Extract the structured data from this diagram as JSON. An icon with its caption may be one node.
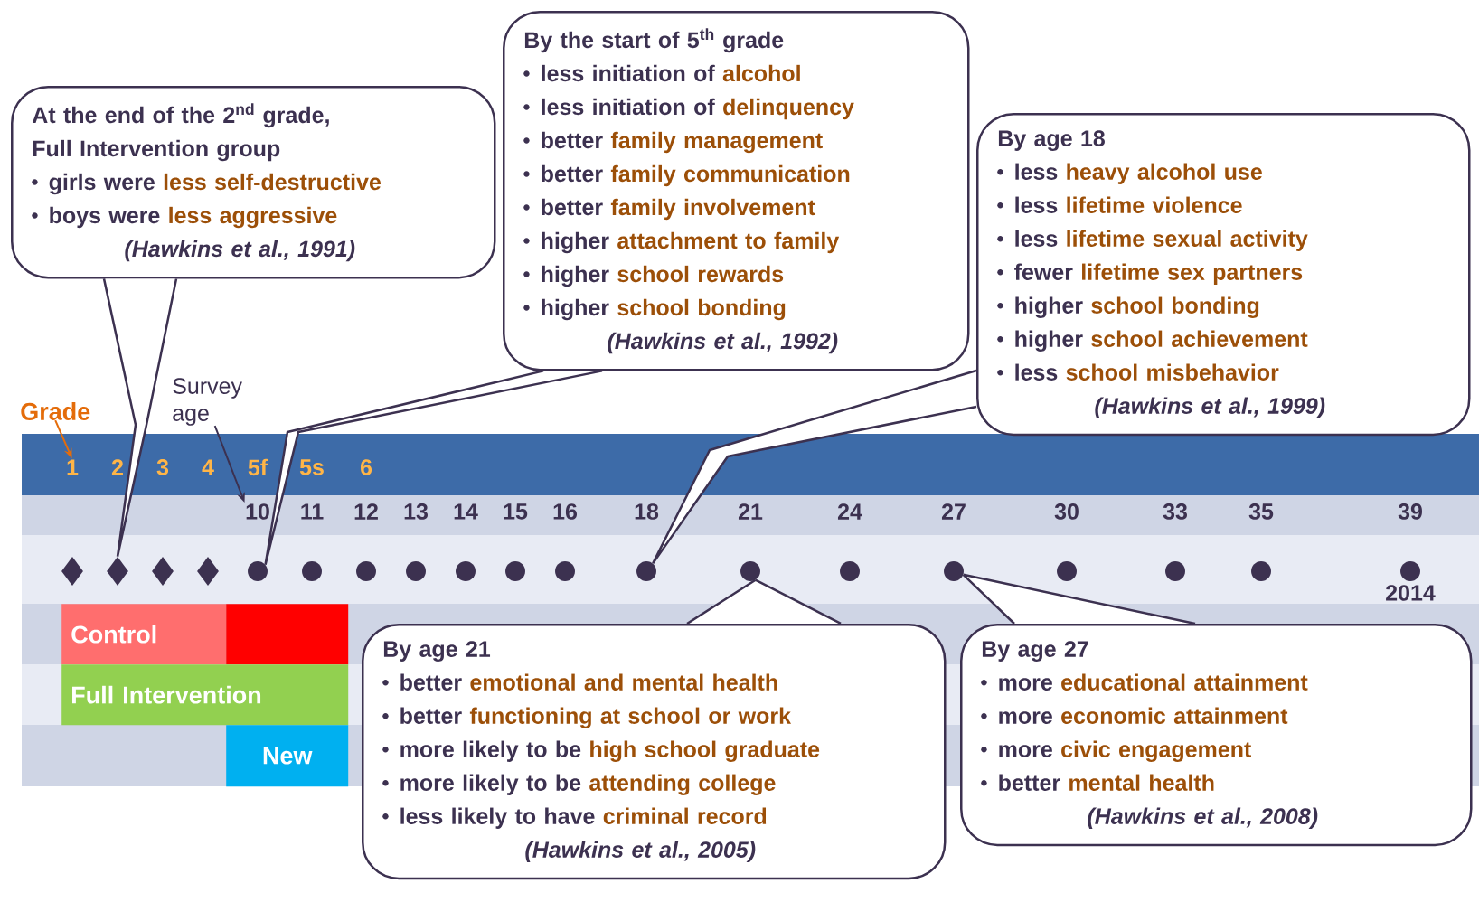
{
  "diagram": {
    "nodes": [
      {
        "text": [
          "At the end of the 2$^{nd}$ grade, Full Intervention group",
          "girls were **less self-destructive**",
          "boys were **less aggressive**",
          "(Hawkins et al., 1991)"
        ]
      },
      {
        "text": [
          "By the start of 5$^{th}$ grade",
          "less initiation of **alcohol**",
          "less initiation of **delinquency**",
          "better **family management**",
          "better **family communication**",
          "better **family involvement**",
          "higher **attachment to family**",
          "higher **school rewards**",
          "higher **school bonding**",
          "(Hawkins et al., 1992)"
        ]
      },
      {
        "text": [
          "By age 18",
          "less **heavy alcohol use**",
          "less **lifetime violence**",
          "less **lifetime sexual activity**",
          "fewer **lifetime sex partners**",
          "higher **school bonding**",
          "higher **school achievement**",
          "less **school misbehavior**",
          "(Hawkins et al., 1999)"
        ]
      },
      {
        "text": [
          "Grade"
        ]
      },
      {
        "text": [
          "Survey age"
        ]
      },
      {
        "text": [
          "1"
        ]
      },
      {
        "text": [
          "10"
        ]
      },
      {
        "text": [],
        "shape": "diamond"
      },
      {
        "text": [],
        "shape": "diamond"
      },
      {
        "text": [],
        "shape": "diamond"
      },
      {
        "text": [],
        "shape": "diamond"
      },
      {
        "text": [],
        "shape": "circle"
      },
      {
        "text": [],
        "shape": "circle"
      },
      {
        "text": [],
        "shape": "circle"
      },
      {
        "text": [],
        "shape": "circle"
      },
      {
        "text": [],
        "shape": "circle"
      },
      {
        "text": [],
        "shape": "circle"
      },
      {
        "text": [],
        "shape": "circle"
      },
      {
        "text": [],
        "shape": "circle"
      },
      {
        "text": [],
        "shape": "circle"
      },
      {
        "text": [],
        "shape": "circle"
      },
      {
        "text": [],
        "shape": "circle"
      },
      {
        "text": [],
        "shape": "circle"
      },
      {
        "text": [],
        "shape": "circle"
      },
      {
        "text": [],
        "shape": "circle"
      },
      {
        "text": [],
        "shape": "circle"
      },
      {
        "text": [
          "Control"
        ]
      },
      {
        "text": [],
        "shape": "bar"
      },
      {
        "text": [
          "Full Intervention"
        ]
      },
      {
        "text": [
          "New"
        ]
      },
      {
        "text": [
          "By age 21",
          "better **emotional and mental health**",
          "better **functioning at school or work**",
          "more likely to be **high school graduate**",
          "more likely to be **attending college**",
          "less likely to have **criminal record**",
          "(Hawkins et al., 2005)"
        ]
      },
      {
        "text": [
          "By age 27",
          "more **educational attainment**",
          "more **economic attainment**",
          "more **civic engagement**",
          "better **mental health**",
          "(Hawkins et al., 2008)"
        ]
      }
    ],
    "edges": [
      {
        "from": 0,
        "to": 8,
        "arrow": "none"
      },
      {
        "from": 1,
        "to": 11,
        "arrow": "none"
      },
      {
        "from": 2,
        "to": 18,
        "arrow": "none"
      },
      {
        "from": 30,
        "to": 19,
        "arrow": "none"
      },
      {
        "from": 31,
        "to": 21,
        "arrow": "none"
      },
      {
        "from": 3,
        "to": 5,
        "arrow": "to",
        "color": "#e46c0a"
      },
      {
        "from": 4,
        "to": 6,
        "arrow": "to"
      }
    ],
    "labels": [
      "2",
      "3",
      "4",
      "5f",
      "5s",
      "6",
      "11",
      "12",
      "13",
      "14",
      "15",
      "16",
      "18",
      "21",
      "24",
      "27",
      "30",
      "33",
      "35",
      "39",
      "2014"
    ]
  }
}
